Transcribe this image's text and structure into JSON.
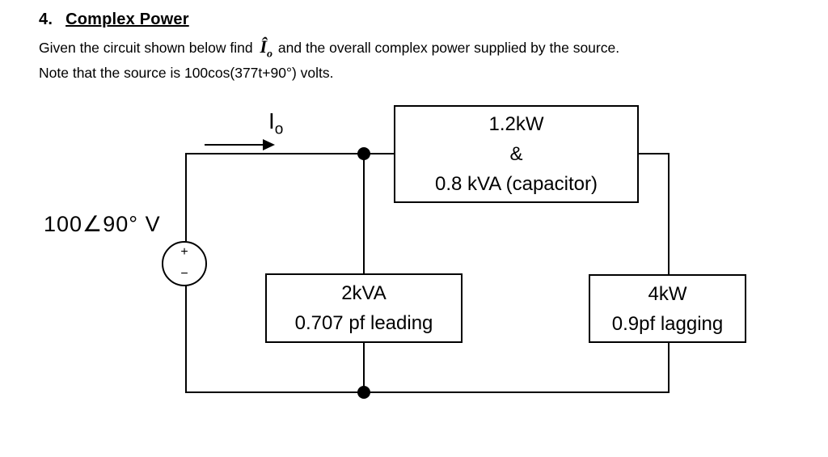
{
  "page": {
    "background_color": "#ffffff",
    "ink_color": "#000000"
  },
  "problem": {
    "number": "4.",
    "title": "Complex Power",
    "statement_prefix": "Given the circuit shown below find",
    "current_symbol": "Î",
    "current_subscript": "o",
    "statement_suffix": "and the overall complex power supplied by the source.",
    "note": "Note that the source is 100cos(377t+90°) volts."
  },
  "circuit": {
    "source": {
      "label": "100∠90° V",
      "plus": "+",
      "minus": "−"
    },
    "current_arrow": {
      "symbol": "I",
      "subscript": "o"
    },
    "loads": {
      "top": {
        "line1": "1.2kW",
        "line2": "&",
        "line3": "0.8 kVA (capacitor)"
      },
      "middle": {
        "line1": "2kVA",
        "line2": "0.707 pf leading"
      },
      "right": {
        "line1": "4kW",
        "line2": "0.9pf lagging"
      }
    }
  }
}
